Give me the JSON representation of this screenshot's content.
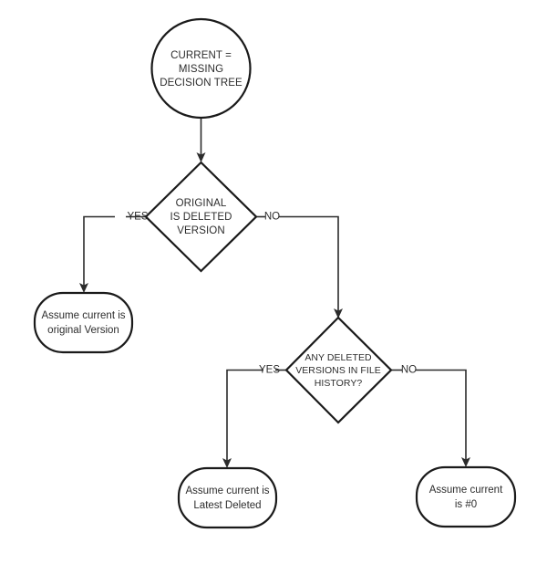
{
  "diagram": {
    "title": "CURRENT = MISSING DECISION TREE",
    "background_color": "#ffffff",
    "stroke_color": "#1a1a1a",
    "connector_color": "#2b2b2b",
    "text_color": "#2d2d2d"
  },
  "nodes": {
    "start": {
      "shape": "circle",
      "line1": "CURRENT =",
      "line2": "MISSING",
      "line3": "DECISION TREE"
    },
    "decision1": {
      "shape": "diamond",
      "line1": "ORIGINAL",
      "line2": "IS DELETED",
      "line3": "VERSION"
    },
    "decision2": {
      "shape": "diamond",
      "line1": "ANY DELETED",
      "line2": "VERSIONS IN FILE",
      "line3": "HISTORY?"
    },
    "outcome1": {
      "shape": "rounded-terminal",
      "line1": "Assume current is",
      "line2": "original Version"
    },
    "outcome2": {
      "shape": "rounded-terminal",
      "line1": "Assume current is",
      "line2": "Latest Deleted"
    },
    "outcome3": {
      "shape": "rounded-terminal",
      "line1": "Assume current",
      "line2": "is  #0"
    }
  },
  "edges": {
    "start_to_decision1": {
      "label": ""
    },
    "decision1_yes": {
      "label": "YES"
    },
    "decision1_no": {
      "label": "NO"
    },
    "decision2_yes": {
      "label": "YES"
    },
    "decision2_no": {
      "label": "NO"
    }
  }
}
